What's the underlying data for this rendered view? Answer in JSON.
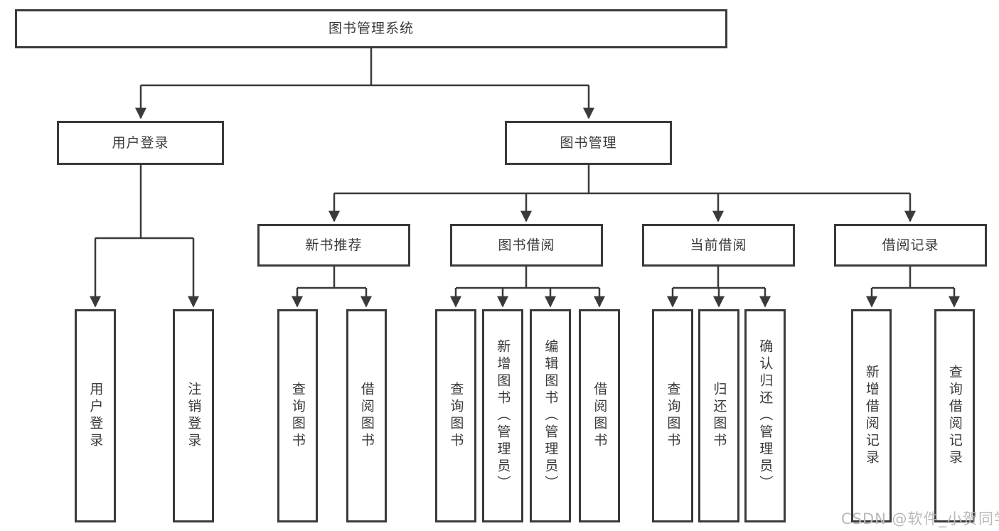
{
  "colors": {
    "line": "#3a3a3a",
    "text": "#3a3a3a",
    "watermark": "#b9b9b9",
    "background": "#ffffff"
  },
  "nodes": {
    "root": {
      "label": "图书管理系统"
    },
    "user_login": {
      "label": "用户登录"
    },
    "book_mgmt": {
      "label": "图书管理"
    },
    "new_book_rec": {
      "label": "新书推荐"
    },
    "book_borrow": {
      "label": "图书借阅"
    },
    "current_borrow": {
      "label": "当前借阅"
    },
    "borrow_records": {
      "label": "借阅记录"
    },
    "lf_user_login": {
      "label": "用户登录"
    },
    "lf_logout": {
      "label": "注销登录"
    },
    "lf_rec_query": {
      "label": "查询图书"
    },
    "lf_rec_borrow": {
      "label": "借阅图书"
    },
    "lf_bb_query": {
      "label": "查询图书"
    },
    "lf_bb_add": {
      "label": "新增图书（管理员）"
    },
    "lf_bb_edit": {
      "label": "编辑图书（管理员）"
    },
    "lf_bb_borrow": {
      "label": "借阅图书"
    },
    "lf_cb_query": {
      "label": "查询图书"
    },
    "lf_cb_return": {
      "label": "归还图书"
    },
    "lf_cb_confirm": {
      "label": "确认归还（管理员）"
    },
    "lf_br_add": {
      "label": "新增借阅记录"
    },
    "lf_br_query": {
      "label": "查询借阅记录"
    }
  },
  "edges": [
    [
      "root",
      "user_login"
    ],
    [
      "root",
      "book_mgmt"
    ],
    [
      "user_login",
      "lf_user_login"
    ],
    [
      "user_login",
      "lf_logout"
    ],
    [
      "book_mgmt",
      "new_book_rec"
    ],
    [
      "book_mgmt",
      "book_borrow"
    ],
    [
      "book_mgmt",
      "current_borrow"
    ],
    [
      "book_mgmt",
      "borrow_records"
    ],
    [
      "new_book_rec",
      "lf_rec_query"
    ],
    [
      "new_book_rec",
      "lf_rec_borrow"
    ],
    [
      "book_borrow",
      "lf_bb_query"
    ],
    [
      "book_borrow",
      "lf_bb_add"
    ],
    [
      "book_borrow",
      "lf_bb_edit"
    ],
    [
      "book_borrow",
      "lf_bb_borrow"
    ],
    [
      "current_borrow",
      "lf_cb_query"
    ],
    [
      "current_borrow",
      "lf_cb_return"
    ],
    [
      "current_borrow",
      "lf_cb_confirm"
    ],
    [
      "borrow_records",
      "lf_br_add"
    ],
    [
      "borrow_records",
      "lf_br_query"
    ]
  ],
  "watermark": {
    "text": "CSDN @软件_小贺同学"
  }
}
